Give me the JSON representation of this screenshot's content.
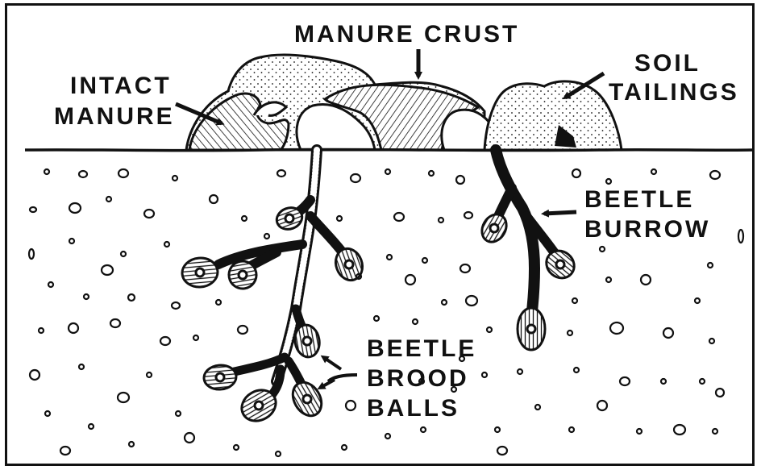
{
  "labels": {
    "manure_crust": "MANURE CRUST",
    "intact_manure": [
      "INTACT",
      "MANURE"
    ],
    "soil_tailings": [
      "SOIL",
      "TAILINGS"
    ],
    "beetle_burrow": [
      "BEETLE",
      "BURROW"
    ],
    "beetle_brood_balls": [
      "BEETLE",
      "BROOD",
      "BALLS"
    ]
  },
  "colors": {
    "ink": "#111111",
    "background": "#ffffff"
  }
}
